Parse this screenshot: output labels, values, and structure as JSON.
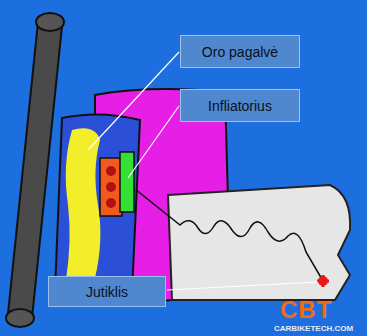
{
  "diagram": {
    "nodes": [
      {
        "text": [
          "Oro pagalvė"
        ]
      },
      {
        "text": [
          "Infliatorius"
        ]
      },
      {
        "text": [
          "Jutiklis"
        ]
      }
    ],
    "labels": [
      "CBT",
      "CARBIKETECH.COM"
    ]
  }
}
